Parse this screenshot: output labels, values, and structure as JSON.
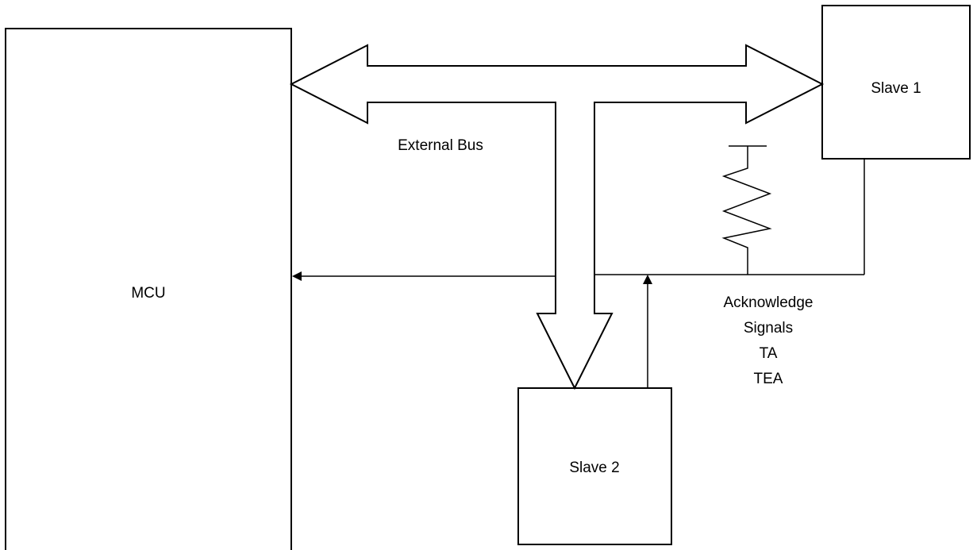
{
  "blocks": {
    "mcu": "MCU",
    "slave1": "Slave 1",
    "slave2": "Slave 2"
  },
  "bus_label": "External Bus",
  "ack": {
    "line1": "Acknowledge",
    "line2": "Signals",
    "line3": "TA",
    "line4": "TEA"
  }
}
